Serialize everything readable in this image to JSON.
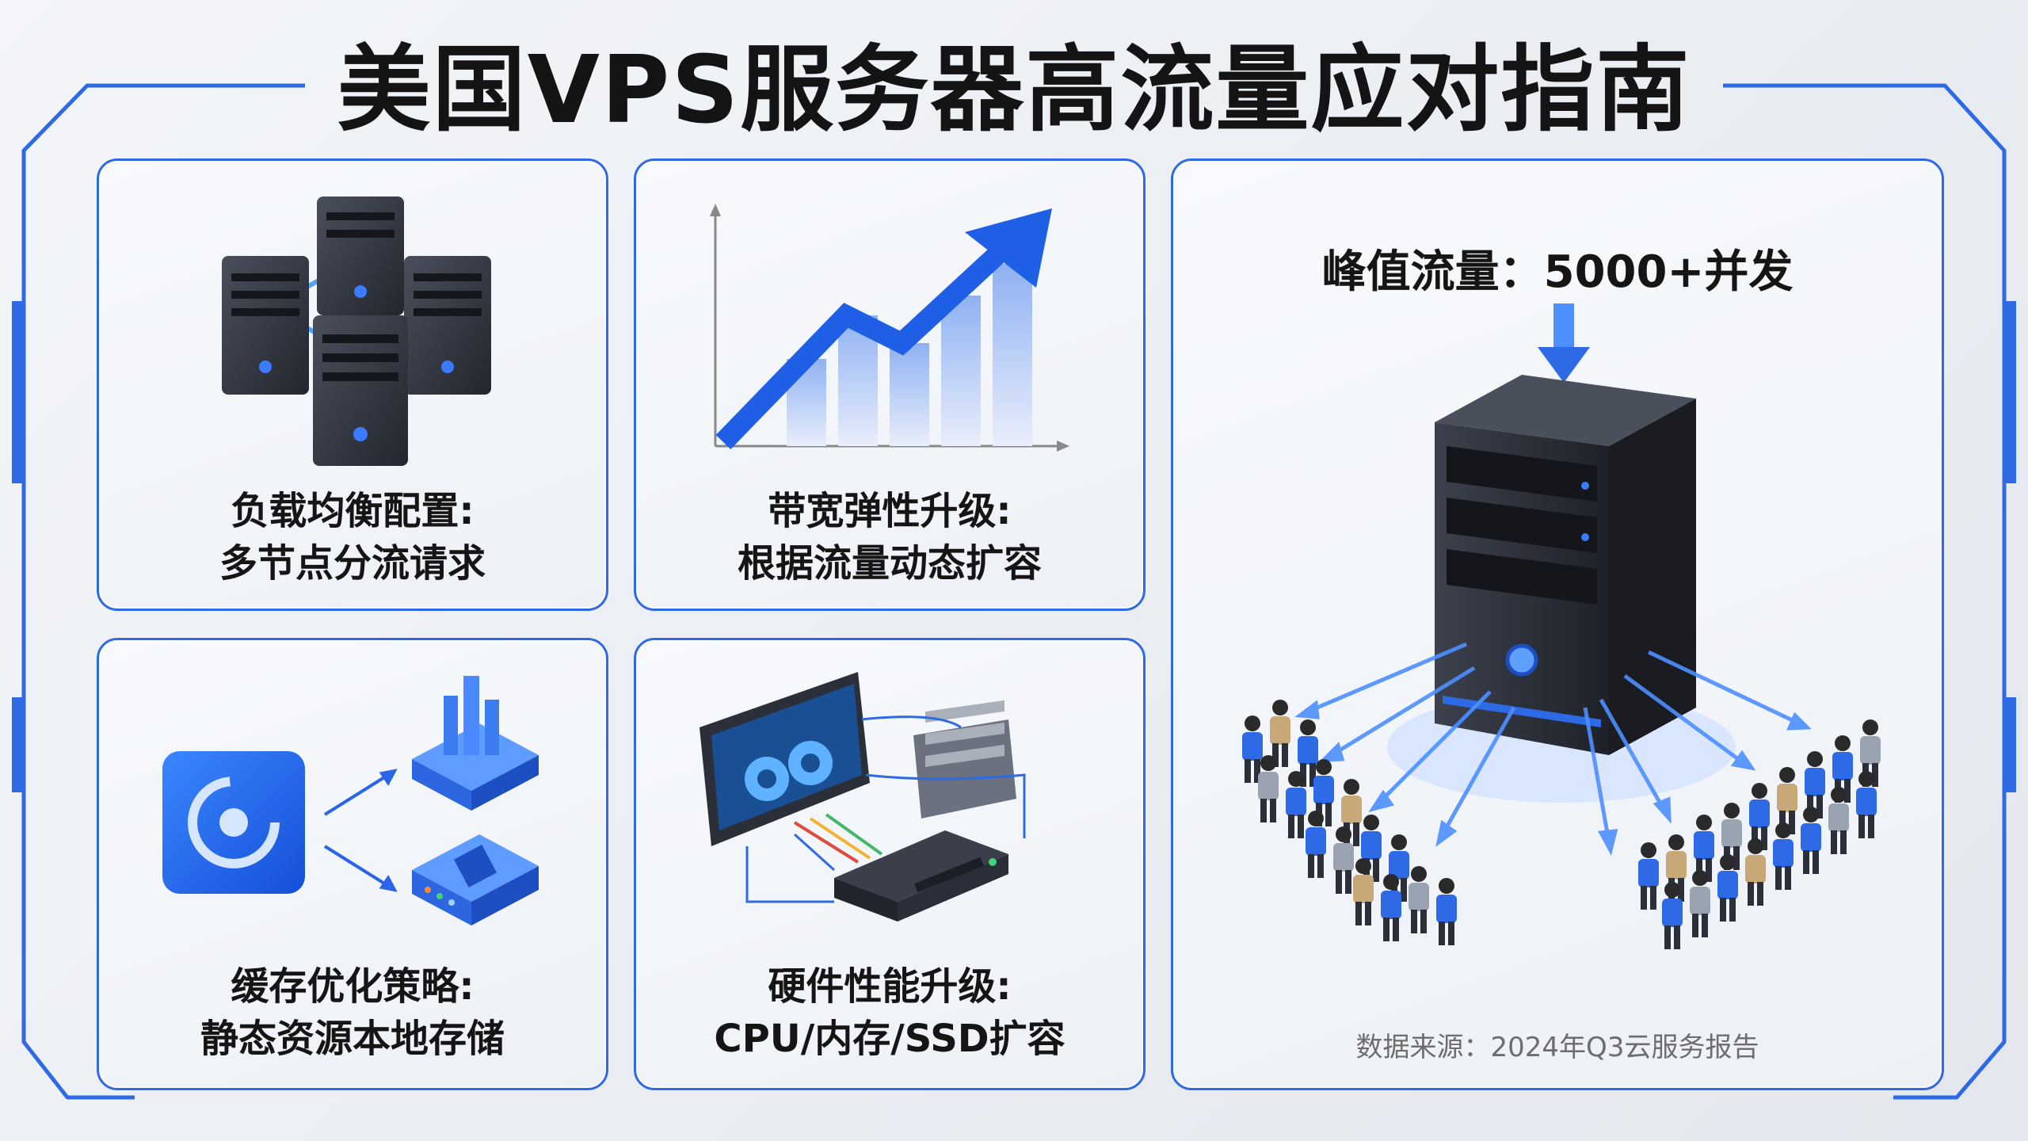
{
  "title": "美国VPS服务器高流量应对指南",
  "cards": [
    {
      "line1": "负载均衡配置:",
      "line2": "多节点分流请求",
      "icon": "server-cluster-icon"
    },
    {
      "line1": "带宽弹性升级:",
      "line2": "根据流量动态扩容",
      "icon": "growth-chart-icon"
    },
    {
      "line1": "缓存优化策略:",
      "line2": "静态资源本地存储",
      "icon": "cache-icon"
    },
    {
      "line1": "硬件性能升级:",
      "line2": "CPU/内存/SSD扩容",
      "icon": "hardware-icon"
    }
  ],
  "right_panel": {
    "peak": "峰值流量：5000+并发",
    "source": "数据来源：2024年Q3云服务报告",
    "icon": "server-tower-icon",
    "crowd_icon": "users-crowd-icon"
  },
  "colors": {
    "accent": "#2f6ae6",
    "dark": "#2b2f3a"
  }
}
